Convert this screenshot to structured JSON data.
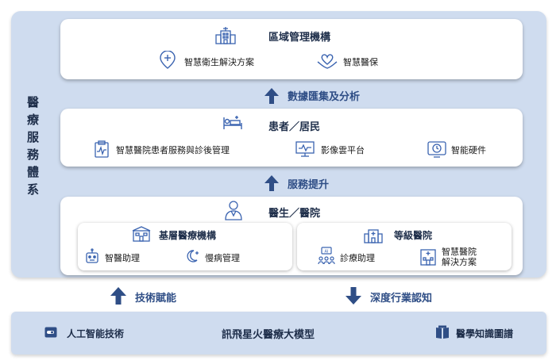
{
  "side_label": [
    "醫",
    "療",
    "服",
    "務",
    "體",
    "系"
  ],
  "regional": {
    "title": "區域管理機構",
    "item1": "智慧衛生解決方案",
    "item2": "智慧醫保"
  },
  "arrow1": "數據匯集及分析",
  "patient": {
    "title": "患者／居民",
    "item1": "智慧醫院患者服務與診後管理",
    "item2": "影像雲平台",
    "item3": "智能硬件"
  },
  "arrow2": "服務提升",
  "doctor": {
    "title": "醫生／醫院",
    "primary": {
      "title": "基層醫療機構",
      "item1": "智醫助理",
      "item2": "慢病管理"
    },
    "graded": {
      "title": "等級醫院",
      "item1": "診療助理",
      "item2_line1": "智慧醫院",
      "item2_line2": "解決方案"
    }
  },
  "arrow_up": "技術賦能",
  "arrow_down": "深度行業認知",
  "base": {
    "left": "人工智能技術",
    "center": "訊飛星火醫療大模型",
    "right": "醫學知識圖譜"
  },
  "colors": {
    "accent": "#2f4e86",
    "icon": "#3a63b0",
    "panel_bg": "#cfdcef"
  }
}
